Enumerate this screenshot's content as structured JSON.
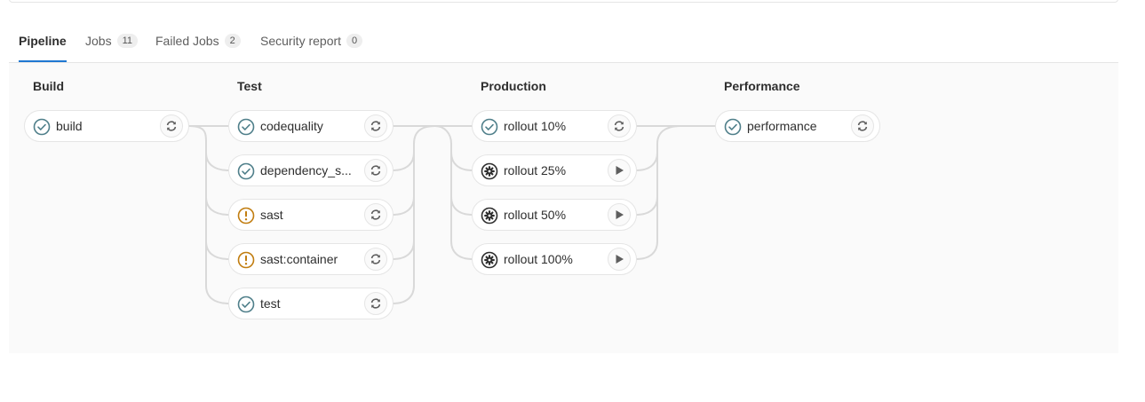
{
  "tabs": [
    {
      "label": "Pipeline",
      "count": null,
      "active": true
    },
    {
      "label": "Jobs",
      "count": "11"
    },
    {
      "label": "Failed Jobs",
      "count": "2"
    },
    {
      "label": "Security report",
      "count": "0"
    }
  ],
  "stages": [
    {
      "title": "Build",
      "jobs": [
        {
          "name": "build",
          "status": "success",
          "action": "retry"
        }
      ]
    },
    {
      "title": "Test",
      "jobs": [
        {
          "name": "codequality",
          "status": "success",
          "action": "retry"
        },
        {
          "name": "dependency_s...",
          "status": "success",
          "action": "retry"
        },
        {
          "name": "sast",
          "status": "warning",
          "action": "retry"
        },
        {
          "name": "sast:container",
          "status": "warning",
          "action": "retry"
        },
        {
          "name": "test",
          "status": "success",
          "action": "retry"
        }
      ]
    },
    {
      "title": "Production",
      "jobs": [
        {
          "name": "rollout 10%",
          "status": "success",
          "action": "retry"
        },
        {
          "name": "rollout 25%",
          "status": "manual",
          "action": "play"
        },
        {
          "name": "rollout 50%",
          "status": "manual",
          "action": "play"
        },
        {
          "name": "rollout 100%",
          "status": "manual",
          "action": "play"
        }
      ]
    },
    {
      "title": "Performance",
      "jobs": [
        {
          "name": "performance",
          "status": "success",
          "action": "retry"
        }
      ]
    }
  ],
  "colors": {
    "success": "#4f7f8a",
    "warning": "#c17d10",
    "manual": "#2e2e2e",
    "accent": "#1f78d1",
    "connector": "#d9d9d9"
  }
}
